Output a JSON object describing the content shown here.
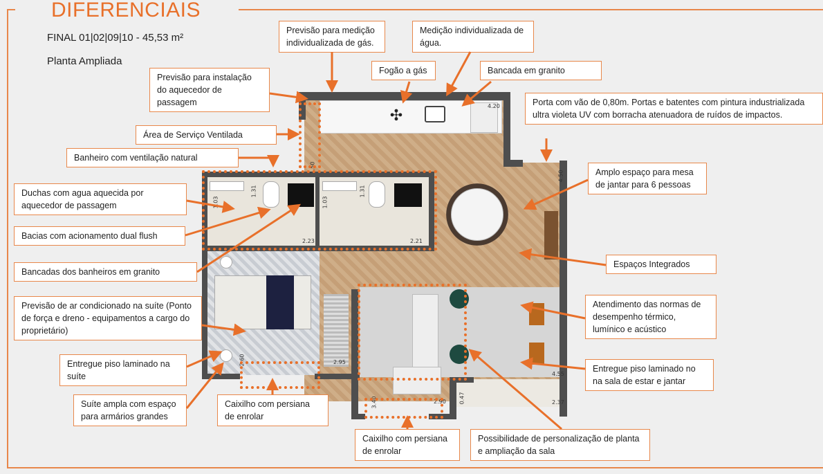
{
  "header": {
    "title": "DIFERENCIAIS",
    "unit": "FINAL 01|02|09|10 - 45,53 m²",
    "plan_label": "Planta Ampliada"
  },
  "callouts": {
    "gas_meter": "Previsão para medição individualizada de gás.",
    "water_meter": "Medição individualizada de água.",
    "stove": "Fogão a gás",
    "granite_counter": "Bancada em granito",
    "heater": "Previsão para instalação do aquecedor de passagem",
    "door": "Porta com vão de 0,80m. Portas e batentes com pintura industrializada ultra violeta UV com borracha atenuadora de ruídos de impactos.",
    "service_area": "Área de Serviço Ventilada",
    "bath_ventilation": "Banheiro com ventilação natural",
    "dining": "Amplo espaço para mesa de jantar para 6 pessoas",
    "showers": "Duchas com agua aquecida por aquecedor de passagem",
    "dual_flush": "Bacias com acionamento dual flush",
    "integrated": "Espaços Integrados",
    "bath_counters": "Bancadas dos banheiros em granito",
    "air_conditioning": "Previsão de ar condicionado na suíte (Ponto de força e dreno - equipamentos a cargo do proprietário)",
    "standards": "Atendimento das normas de desempenho térmico, lumínico e acústico",
    "suite_floor": "Entregue piso laminado na suíte",
    "living_floor": "Entregue piso laminado no na sala de estar e jantar",
    "suite_wardrobe": "Suíte ampla com espaço para armários grandes",
    "window_suite": "Caixilho com persiana de enrolar",
    "window_living": "Caixilho com persiana de enrolar",
    "customization": "Possibilidade de personalização de planta e ampliação da sala"
  },
  "dimensions": {
    "kitchen": "4.20",
    "dining_height": "4.50",
    "service": "1.50",
    "bath1_a": "1.03",
    "bath1_b": "1.31",
    "bath1_c": "2.23",
    "bath2_a": "1.03",
    "bath2_b": "1.31",
    "bath2_c": "2.21",
    "suite": "2.60",
    "closet": "2.95",
    "living_a": "3.40",
    "living_b": "2.90",
    "balcony_a": "0.47",
    "balcony_b": "2.37",
    "living_c": "4.55"
  },
  "colors": {
    "accent": "#e8702a",
    "wall": "#4e4e4e",
    "background": "#efefef"
  }
}
